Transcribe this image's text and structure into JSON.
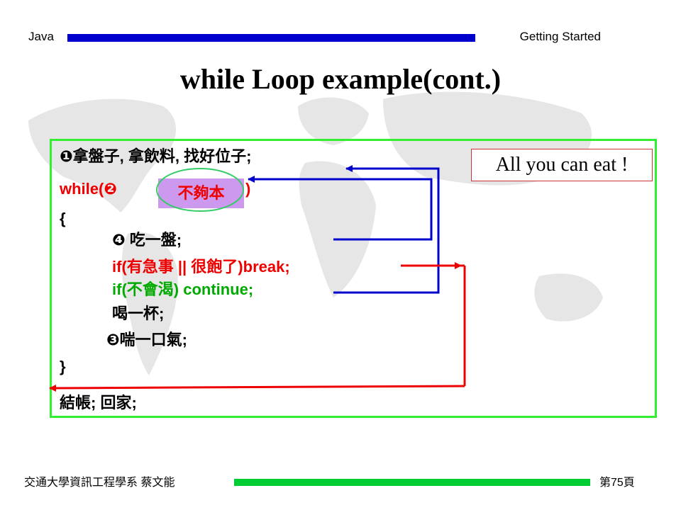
{
  "header": {
    "left": "Java",
    "right": "Getting Started"
  },
  "title": "while Loop example(cont.)",
  "code": {
    "line1": "❶拿盤子, 拿飲料, 找好位子;",
    "while_open": "while(❷",
    "while_close": ")",
    "condition": "不夠本",
    "brace_open": "{",
    "eat": "❹ 吃一盤;",
    "if_break": "if(有急事 || 很飽了)break;",
    "if_continue": "if(不會渴) continue;",
    "drink": "喝一杯;",
    "breathe": "❸喘一口氣;",
    "brace_close": "}",
    "checkout": "結帳; 回家;"
  },
  "note": "All you can eat !",
  "footer": {
    "left": "交通大學資訊工程學系 蔡文能",
    "right": "第75頁"
  },
  "colors": {
    "header_bar": "#0000cc",
    "footer_bar": "#00cc33",
    "frame": "#33ee33",
    "continue_arrow": "#0000cc",
    "break_arrow": "#ee0000"
  }
}
